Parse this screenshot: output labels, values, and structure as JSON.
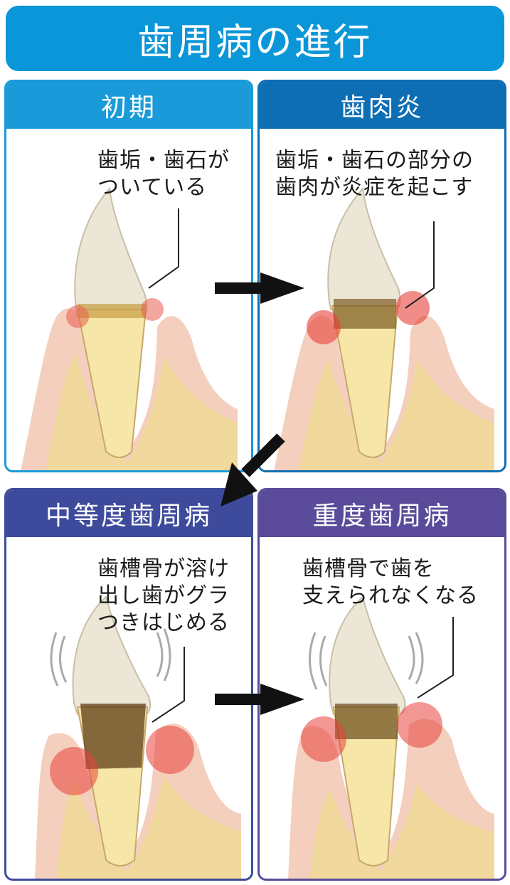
{
  "title": "歯周病の進行",
  "colors": {
    "title_bg": "#0a96d8",
    "stage1": "#1a9ad9",
    "stage2": "#0e6eb4",
    "stage3": "#3e4b9c",
    "stage4": "#5a4a9a",
    "arrow": "#111111"
  },
  "stages": [
    {
      "label": "初期",
      "caption_lines": [
        "歯垢・歯石が",
        "ついている"
      ]
    },
    {
      "label": "歯肉炎",
      "caption_lines": [
        "歯垢・歯石の部分の",
        "歯肉が炎症を起こす"
      ]
    },
    {
      "label": "中等度歯周病",
      "caption_lines": [
        "歯槽骨が溶け",
        "出し歯がグラ",
        "つきはじめる"
      ]
    },
    {
      "label": "重度歯周病",
      "caption_lines": [
        "歯槽骨で歯を",
        "支えられなくなる"
      ]
    }
  ],
  "icons": [
    "arrow-right-icon",
    "arrow-down-left-icon",
    "arrow-right-icon"
  ]
}
